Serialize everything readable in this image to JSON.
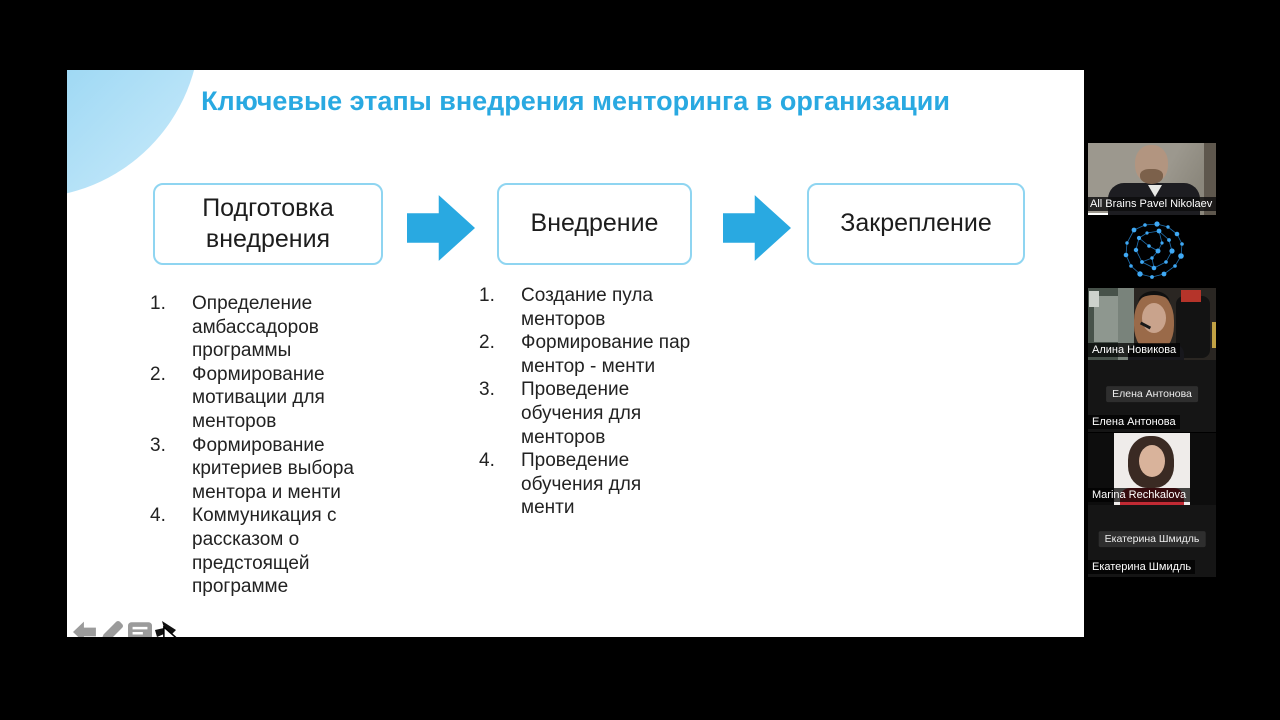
{
  "colors": {
    "accent_blue": "#29a9e1",
    "box_border": "#8fd5f1",
    "slide_background": "#ffffff",
    "app_background": "#000000"
  },
  "slide": {
    "title": "Ключевые этапы внедрения менторинга в организации",
    "stages": [
      {
        "label": "Подготовка внедрения",
        "items": [
          {
            "num": "1.",
            "text": "Определение амбассадоров программы"
          },
          {
            "num": "2.",
            "text": "Формирование мотивации для менторов"
          },
          {
            "num": "3.",
            "text": "Формирование критериев выбора ментора и менти"
          },
          {
            "num": "4.",
            "text": "Коммуникация с рассказом о предстоящей программе"
          }
        ]
      },
      {
        "label": "Внедрение",
        "items": [
          {
            "num": "1.",
            "text": "Создание пула менторов"
          },
          {
            "num": "2.",
            "text": "Формирование пар ментор - менти"
          },
          {
            "num": "3.",
            "text": "Проведение обучения для менторов"
          },
          {
            "num": "4.",
            "text": "Проведение обучения для менти"
          }
        ]
      },
      {
        "label": "Закрепление",
        "items": []
      }
    ],
    "toolbar": {
      "icons": [
        "back-arrow",
        "pencil",
        "comments",
        "next-arrow"
      ],
      "cursor": "mouse-pointer"
    }
  },
  "participants": [
    {
      "name": "All Brains Pavel Nikolaev",
      "video": "camera-on"
    },
    {
      "name": "",
      "video": "brain-network-logo"
    },
    {
      "name": "Алина Новикова",
      "video": "camera-on"
    },
    {
      "name": "Елена Антонова",
      "video": "camera-off"
    },
    {
      "name": "Marina Rechkalova",
      "video": "profile-photo"
    },
    {
      "name": "Екатерина Шмидль",
      "video": "camera-off"
    }
  ]
}
